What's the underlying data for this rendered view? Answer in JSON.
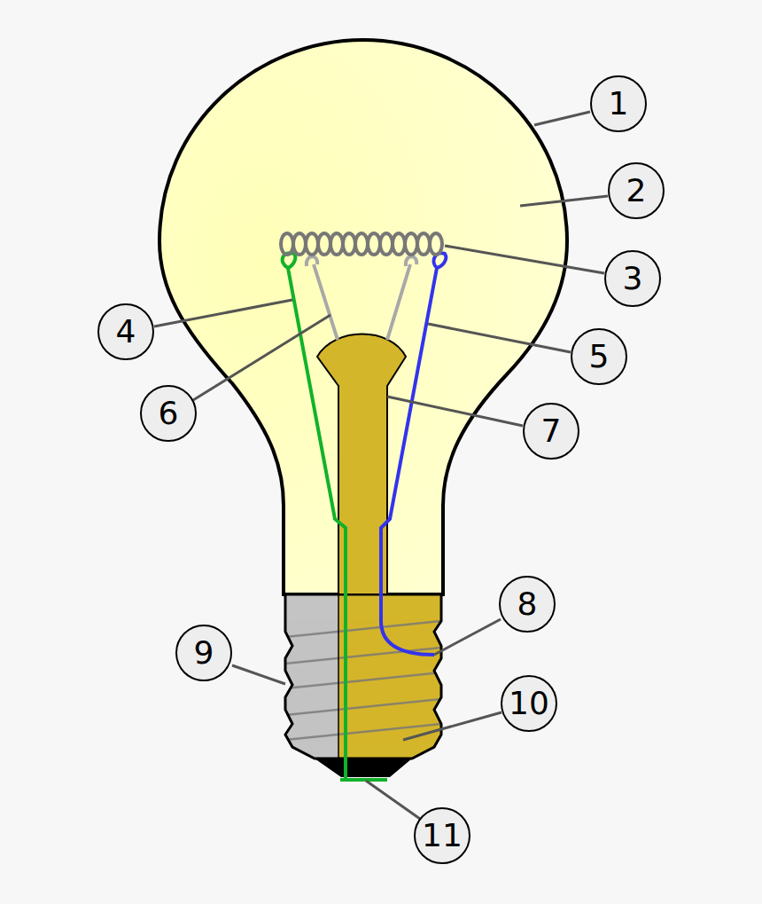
{
  "diagram": {
    "nodes": [
      {
        "text": [
          "1"
        ]
      },
      {
        "text": [
          "2"
        ]
      },
      {
        "text": [
          "3"
        ]
      },
      {
        "text": [
          "4"
        ]
      },
      {
        "text": [
          "5"
        ]
      },
      {
        "text": [
          "6"
        ]
      },
      {
        "text": [
          "7"
        ]
      },
      {
        "text": [
          "8"
        ]
      },
      {
        "text": [
          "9"
        ]
      },
      {
        "text": [
          "10"
        ]
      },
      {
        "text": [
          "11"
        ]
      }
    ]
  }
}
